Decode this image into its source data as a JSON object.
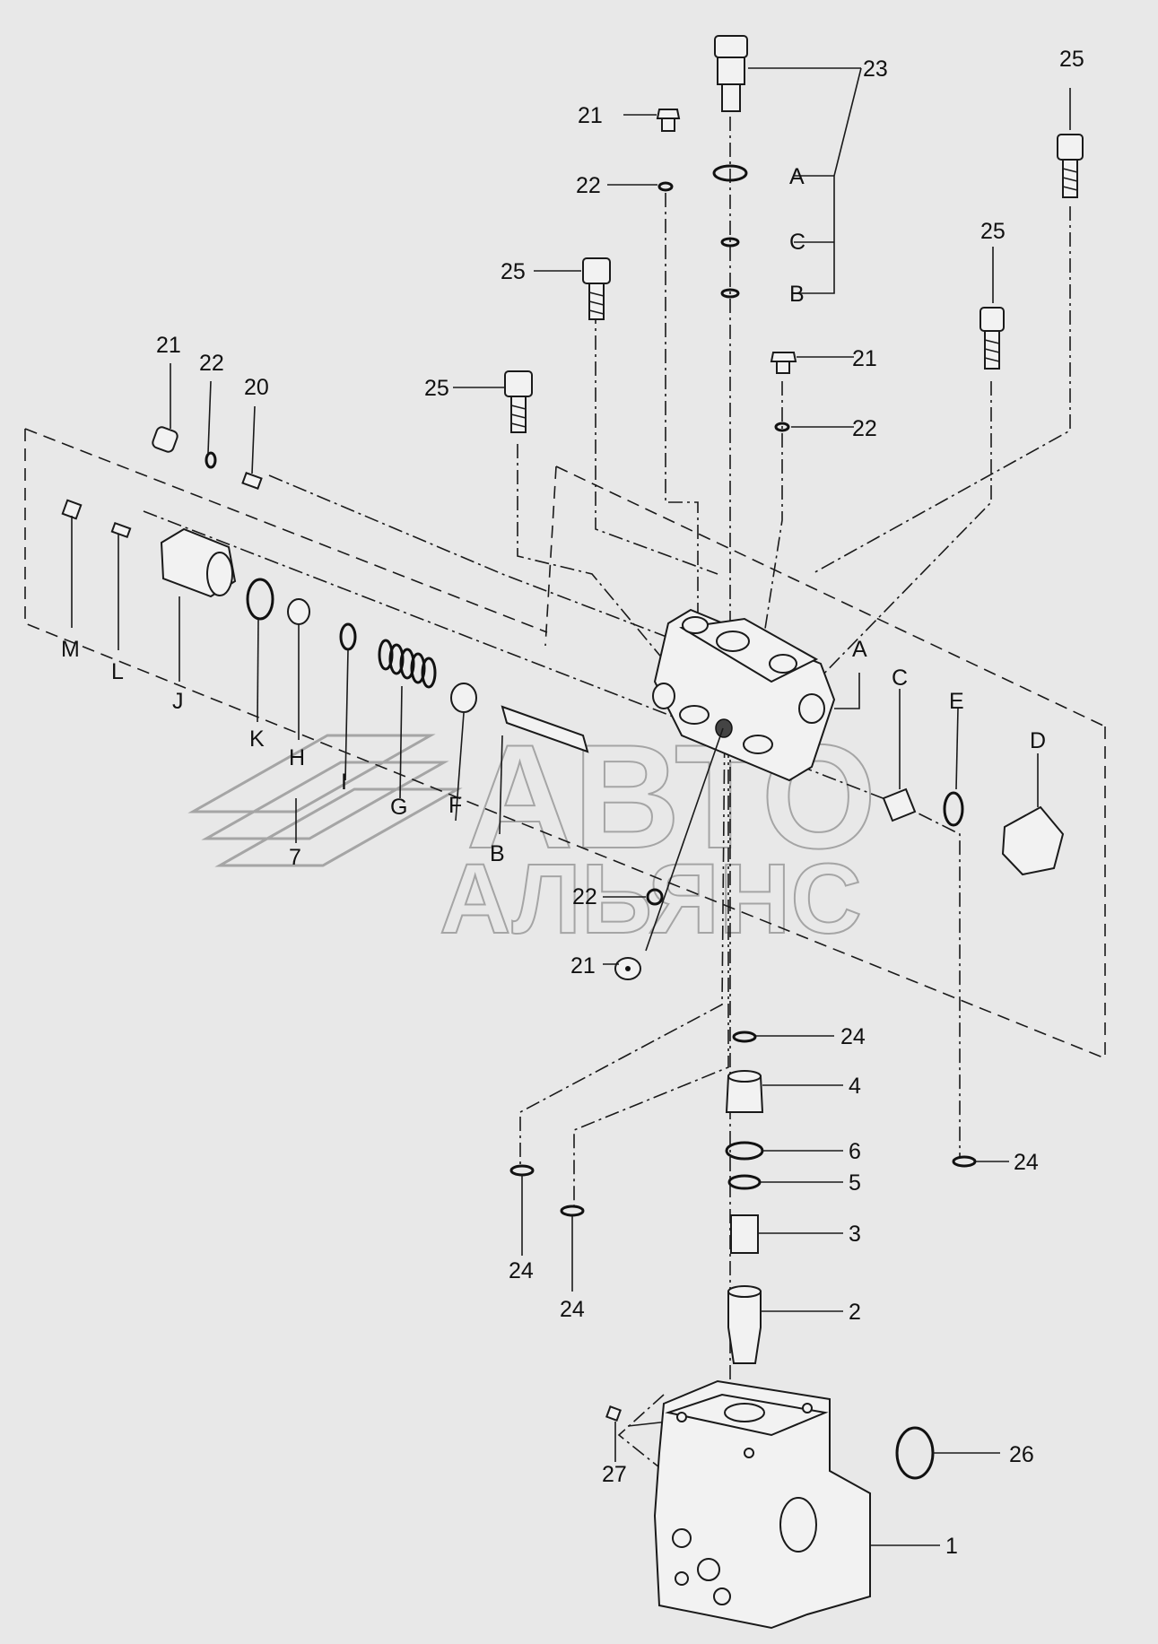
{
  "watermark": {
    "line1": "АВТО",
    "line2": "АЛЬЯНС"
  },
  "labels": {
    "n23": "23",
    "n21_top": "21",
    "n22_top": "22",
    "A_top": "A",
    "C_top": "C",
    "B_top": "B",
    "n25_a": "25",
    "n25_b": "25",
    "n25_c": "25",
    "n25_d": "25",
    "n21_mid": "21",
    "n22_mid": "22",
    "n21_left": "21",
    "n22_left": "22",
    "n20": "20",
    "M": "M",
    "L": "L",
    "J": "J",
    "K": "K",
    "H": "H",
    "I": "I",
    "G": "G",
    "F": "F",
    "B_mid": "B",
    "n7": "7",
    "A_right": "A",
    "C_right": "C",
    "E": "E",
    "D": "D",
    "n22_low": "22",
    "n21_low": "21",
    "n24_a": "24",
    "n4": "4",
    "n6": "6",
    "n5": "5",
    "n3": "3",
    "n2": "2",
    "n24_right": "24",
    "n24_b": "24",
    "n24_c": "24",
    "n27": "27",
    "n26": "26",
    "n1": "1"
  }
}
